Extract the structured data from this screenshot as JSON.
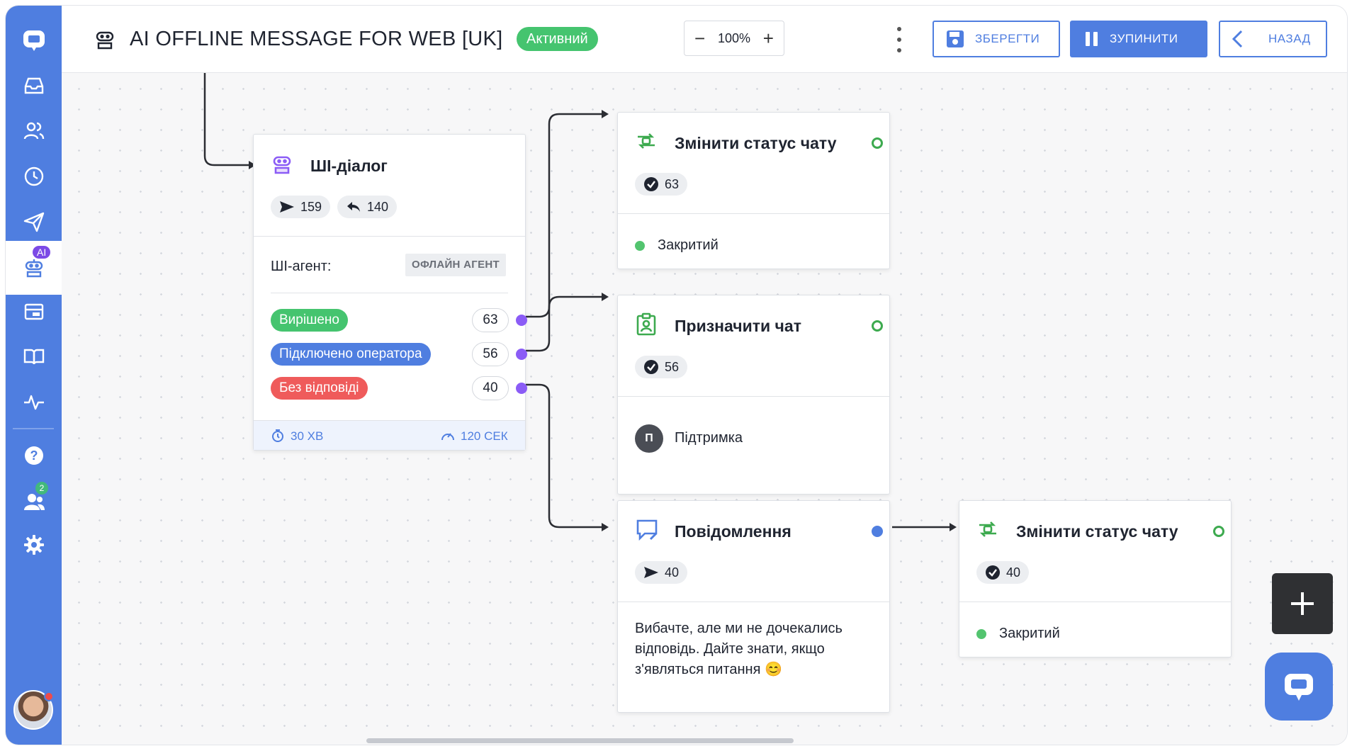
{
  "app": {
    "brand_icon": "chat-logo-icon"
  },
  "sidebar": {
    "items": [
      {
        "name": "inbox",
        "icon": "inbox-icon"
      },
      {
        "name": "contacts",
        "icon": "users-icon"
      },
      {
        "name": "history",
        "icon": "clock-icon"
      },
      {
        "name": "campaigns",
        "icon": "send-icon"
      },
      {
        "name": "ai-bots",
        "icon": "robot-icon",
        "badge": "AI",
        "active": true
      },
      {
        "name": "widgets",
        "icon": "window-icon"
      },
      {
        "name": "knowledge-base",
        "icon": "book-icon"
      },
      {
        "name": "analytics",
        "icon": "pulse-icon"
      },
      {
        "name": "help",
        "icon": "help-icon"
      },
      {
        "name": "team",
        "icon": "team-icon",
        "badge": "2"
      },
      {
        "name": "settings",
        "icon": "gear-icon"
      }
    ]
  },
  "header": {
    "title": "AI OFFLINE MESSAGE FOR WEB [UK]",
    "status": "Активний",
    "zoom": "100%",
    "zoom_minus": "−",
    "zoom_plus": "+",
    "save_label": "ЗБЕРЕГТИ",
    "stop_label": "ЗУПИНИТИ",
    "back_label": "НАЗАД"
  },
  "nodes": {
    "ai_dialog": {
      "title": "ШІ-діалог",
      "sent": "159",
      "replied": "140",
      "agent_label": "ШІ-агент:",
      "agent_value": "ОФЛАЙН АГЕНТ",
      "outcomes": [
        {
          "label": "Вирішено",
          "count": "63",
          "color": "#45c46f"
        },
        {
          "label": "Підключено оператора",
          "count": "56",
          "color": "#4f7ee0"
        },
        {
          "label": "Без відповіді",
          "count": "40",
          "color": "#ef5b5b"
        }
      ],
      "timeout": "30 ХВ",
      "wait": "120 СЕК"
    },
    "status1": {
      "title": "Змінити статус чату",
      "count": "63",
      "value": "Закритий"
    },
    "assign": {
      "title": "Призначити чат",
      "count": "56",
      "avatar_letter": "П",
      "value": "Підтримка"
    },
    "message": {
      "title": "Повідомлення",
      "count": "40",
      "text": "Вибачте, але ми не дочекались відповідь. Дайте знати, якщо з'являться питання 😊"
    },
    "status2": {
      "title": "Змінити статус чату",
      "count": "40",
      "value": "Закритий"
    }
  },
  "colors": {
    "accent": "#4f7ee0",
    "success": "#45c46f",
    "danger": "#ef5b5b",
    "connector": "#8b5cf6"
  }
}
